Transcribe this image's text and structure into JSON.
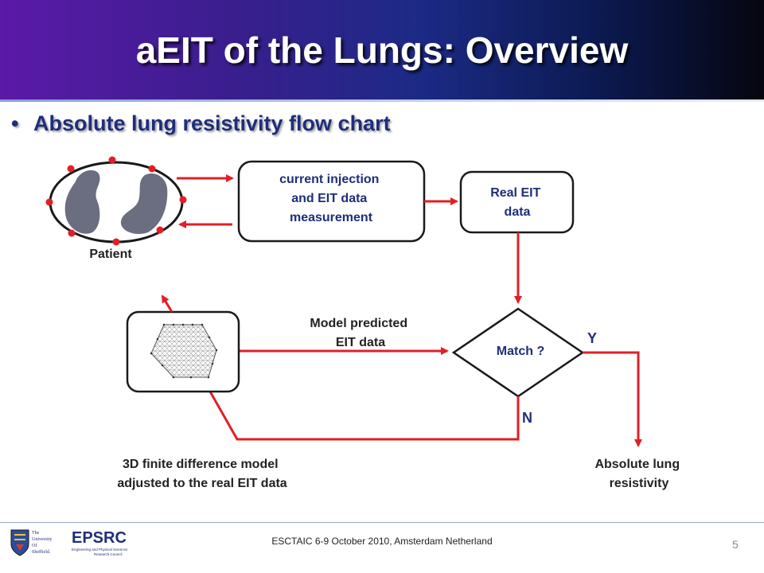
{
  "slide": {
    "title": "aEIT of the Lungs: Overview",
    "bullet": "Absolute lung resistivity flow chart"
  },
  "diagram": {
    "patient_label": "Patient",
    "injection_box": [
      "current injection",
      "and EIT data",
      "measurement"
    ],
    "real_data_box": [
      "Real EIT",
      "data"
    ],
    "match_label": "Match ?",
    "model_label": [
      "Model predicted",
      "EIT data"
    ],
    "yes_label": "Y",
    "no_label": "N",
    "fdm_label": [
      "3D finite difference model",
      "adjusted to the real EIT data"
    ],
    "result_label": [
      "Absolute lung",
      "resistivity"
    ],
    "colors": {
      "arrow": "#e11f26",
      "box_border": "#1a1a1a",
      "lung": "#6b6e80",
      "electrode": "#e11f26",
      "text_blue": "#1f2e7a"
    }
  },
  "footer": {
    "conference": "ESCTAIC   6-9 October 2010, Amsterdam Netherland",
    "page": "5",
    "logo_university": [
      "The",
      "University",
      "Of",
      "Sheffield."
    ],
    "logo_epsrc": "EPSRC",
    "logo_epsrc_tag": [
      "Engineering and Physical Sciences",
      "Research Council"
    ]
  }
}
